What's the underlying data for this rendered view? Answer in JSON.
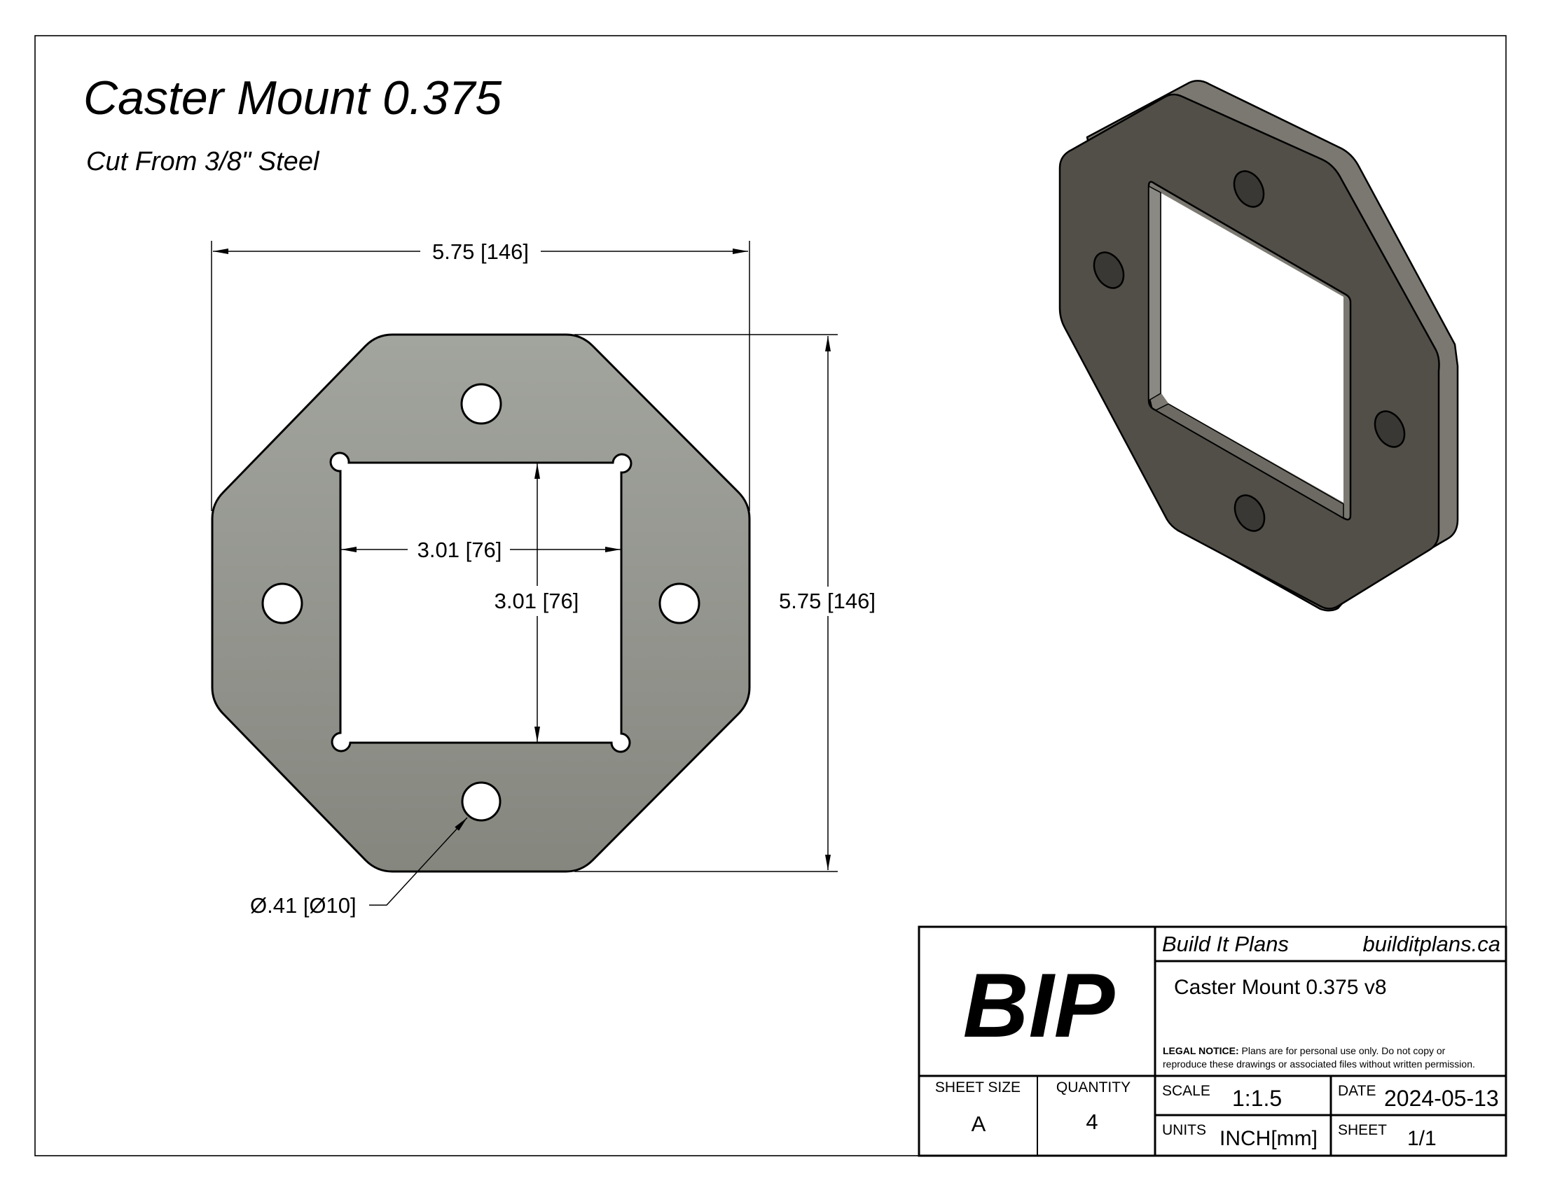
{
  "header": {
    "title": "Caster Mount 0.375",
    "subtitle": "Cut From 3/8\" Steel"
  },
  "drawing": {
    "colors": {
      "plate_top": "#a2a49e",
      "plate_bottom": "#85877f",
      "iso_face": "#524f48",
      "iso_side": "#7a7870",
      "line": "#000000"
    },
    "dimensions": {
      "overall_width": "5.75 [146]",
      "overall_height": "5.75 [146]",
      "opening_width": "3.01 [76]",
      "opening_height": "3.01 [76]",
      "hole_diameter": "Ø.41 [Ø10]"
    }
  },
  "title_block": {
    "logo": "BIP",
    "company": "Build It Plans",
    "website": "builditplans.ca",
    "part_name": "Caster Mount 0.375 v8",
    "legal_label": "LEGAL NOTICE:",
    "legal_line1": " Plans are for personal use only. Do not copy or",
    "legal_line2": "reproduce these drawings or associated files without written permission.",
    "sheet_size_label": "SHEET SIZE",
    "sheet_size": "A",
    "quantity_label": "QUANTITY",
    "quantity": "4",
    "scale_label": "SCALE",
    "scale": "1:1.5",
    "date_label": "DATE",
    "date": "2024-05-13",
    "units_label": "UNITS",
    "units": "INCH[mm]",
    "sheet_label": "SHEET",
    "sheet": "1/1"
  }
}
